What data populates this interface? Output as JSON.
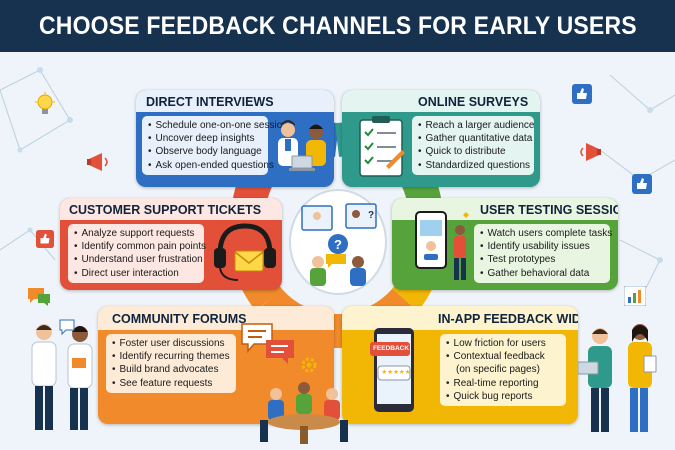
{
  "title": "CHOOSE FEEDBACK CHANNELS FOR EARLY USERS",
  "colors": {
    "header": "#17324f",
    "direct_interviews": "#2e6fc4",
    "online_surveys": "#2f9a8c",
    "support_tickets": "#e2503a",
    "user_testing": "#56a33c",
    "community_forums": "#f08a2a",
    "in_app_widget": "#f2b705"
  },
  "channels": {
    "direct_interviews": {
      "title": "DIRECT INTERVIEWS",
      "items": [
        "Schedule one-on-one sessions",
        "Uncover deep insights",
        "Observe body language",
        "Ask open-ended questions"
      ]
    },
    "online_surveys": {
      "title": "ONLINE SURVEYS",
      "items": [
        "Reach a larger audience",
        "Gather quantitative data",
        "Quick to distribute",
        "Standardized questions"
      ]
    },
    "support_tickets": {
      "title": "CUSTOMER SUPPORT TICKETS",
      "items": [
        "Analyze support requests",
        "Identify common pain points",
        "Understand user frustration",
        "Direct user interaction"
      ]
    },
    "user_testing": {
      "title": "USER TESTING SESSIONS",
      "items": [
        "Watch users complete tasks",
        "Identify usability issues",
        "Test prototypes",
        "Gather behavioral data"
      ]
    },
    "community_forums": {
      "title": "COMMUNITY FORUMS",
      "items": [
        "Foster user discussions",
        "Identify recurring themes",
        "Build brand advocates",
        "See feature requests"
      ]
    },
    "in_app_widget": {
      "title": "IN-APP FEEDBACK WIDGET",
      "items": [
        "Low friction for users",
        "Contextual feedback",
        "(on specific pages)",
        "Real-time reporting",
        "Quick bug reports"
      ],
      "badge": "FEEDBACK",
      "rating": "★★★★★"
    }
  },
  "icons": [
    "lightbulb-icon",
    "megaphone-icon",
    "thumbs-up-icon",
    "chat-bubble-icon",
    "headset-icon",
    "envelope-icon",
    "clipboard-checklist-icon",
    "smartphone-icon",
    "bar-chart-icon",
    "gear-icon"
  ]
}
